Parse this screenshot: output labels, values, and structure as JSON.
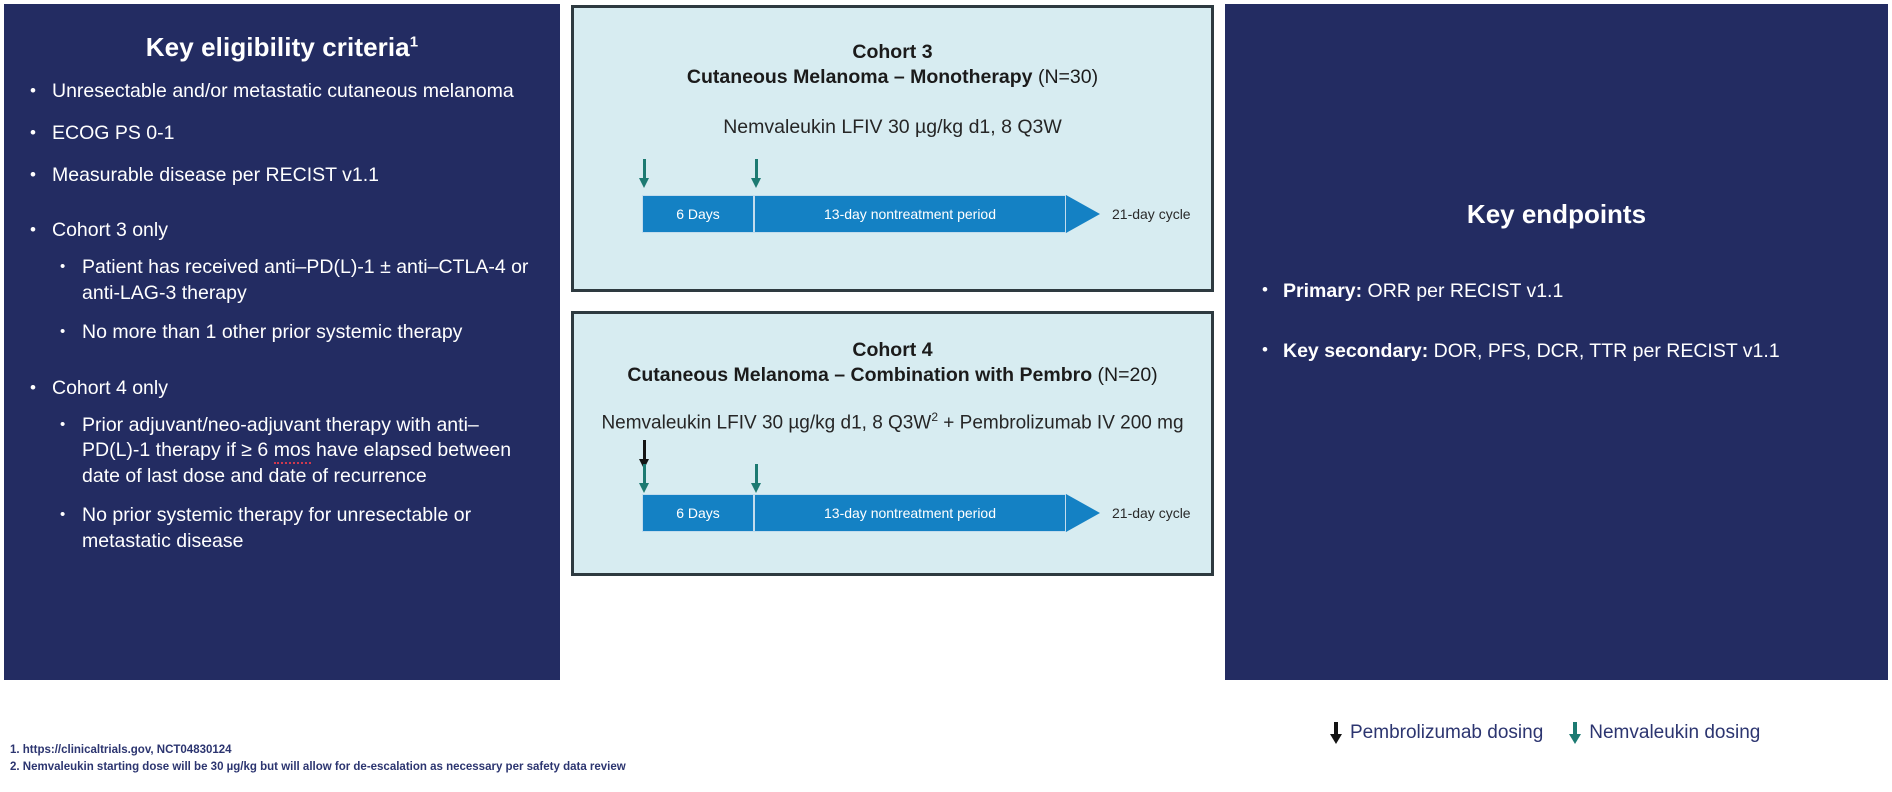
{
  "eligibility": {
    "title": "Key eligibility criteria",
    "title_sup": "1",
    "items": [
      {
        "text": "Unresectable and/or metastatic cutaneous melanoma"
      },
      {
        "text": "ECOG PS 0-1"
      },
      {
        "text": "Measurable disease per RECIST v1.1"
      }
    ],
    "cohort3_group": {
      "label": "Cohort 3 only",
      "sub_items": [
        "Patient has received anti–PD(L)-1 ± anti–CTLA-4 or anti-LAG-3 therapy",
        "No more than 1 other prior systemic therapy"
      ]
    },
    "cohort4_group": {
      "label": "Cohort 4 only",
      "sub_item_1_pre": "Prior adjuvant/neo-adjuvant therapy with anti–PD(L)-1 therapy if ≥ 6 ",
      "sub_item_1_marked": "mos",
      "sub_item_1_post": " have elapsed between date of last dose and date of recurrence",
      "sub_item_2": "No prior systemic therapy for unresectable or metastatic disease"
    }
  },
  "cohort3": {
    "name": "Cohort 3",
    "subtitle": "Cutaneous Melanoma – Monotherapy",
    "n_count": "(N=30)",
    "regimen": "Nemvaleukin LFIV 30 µg/kg d1, 8 Q3W",
    "timeline": {
      "segment_1": "6 Days",
      "segment_2": "13-day nontreatment period",
      "cycle_label": "21-day cycle",
      "nemvaleukin_doses": [
        2,
        2
      ],
      "pembrolizumab_doses": 0
    }
  },
  "cohort4": {
    "name": "Cohort 4",
    "subtitle": "Cutaneous Melanoma – Combination with Pembro",
    "n_count": "(N=20)",
    "regimen_pre": "Nemvaleukin LFIV 30 µg/kg d1, 8 Q3W",
    "regimen_sup": "2",
    "regimen_post": " + Pembrolizumab IV 200 mg",
    "timeline": {
      "segment_1": "6 Days",
      "segment_2": "13-day nontreatment period",
      "cycle_label": "21-day cycle",
      "nemvaleukin_doses": [
        2,
        2
      ],
      "pembrolizumab_doses": 1
    }
  },
  "endpoints": {
    "title": "Key endpoints",
    "primary_label": "Primary:",
    "primary_value": " ORR per RECIST v1.1",
    "secondary_label": "Key secondary:",
    "secondary_value": " DOR, PFS, DCR, TTR per RECIST v1.1"
  },
  "footnotes": {
    "line1": "1. https://clinicaltrials.gov, NCT04830124",
    "line2": "2. Nemvaleukin starting dose will be 30 µg/kg but will allow for de-escalation as necessary per safety data review"
  },
  "legend": {
    "pembrolizumab": "Pembrolizumab dosing",
    "nemvaleukin": "Nemvaleukin dosing"
  },
  "colors": {
    "navy": "#232c62",
    "panel_bg": "#d7ecf1",
    "bar_blue": "#1481c4",
    "teal_arrow": "#1c7a72",
    "black_arrow": "#141414",
    "footnote_text": "#2c3570"
  }
}
